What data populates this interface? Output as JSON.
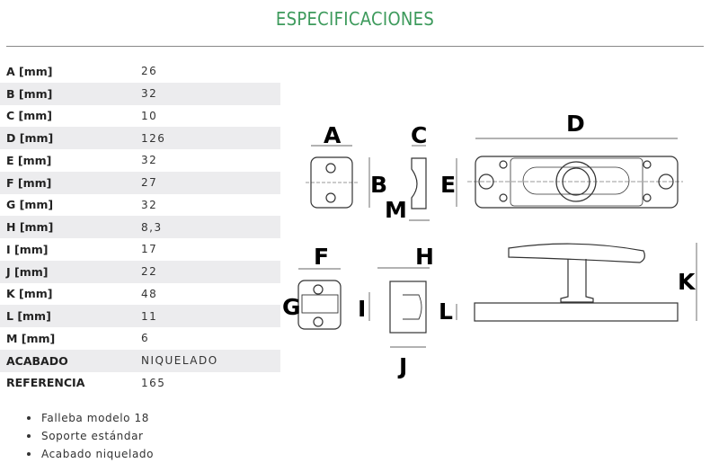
{
  "title": "ESPECIFICACIONES",
  "specs": [
    {
      "label": "A [mm]",
      "value": "26"
    },
    {
      "label": "B [mm]",
      "value": "32"
    },
    {
      "label": "C [mm]",
      "value": "10"
    },
    {
      "label": "D [mm]",
      "value": "126"
    },
    {
      "label": "E [mm]",
      "value": "32"
    },
    {
      "label": "F [mm]",
      "value": "27"
    },
    {
      "label": "G [mm]",
      "value": "32"
    },
    {
      "label": "H [mm]",
      "value": "8,3"
    },
    {
      "label": "I [mm]",
      "value": "17"
    },
    {
      "label": "J [mm]",
      "value": "22"
    },
    {
      "label": "K [mm]",
      "value": "48"
    },
    {
      "label": "L [mm]",
      "value": "11"
    },
    {
      "label": "M [mm]",
      "value": "6"
    },
    {
      "label": "ACABADO",
      "value": "NIQUELADO"
    },
    {
      "label": "REFERENCIA",
      "value": "165"
    }
  ],
  "features": [
    "Falleba modelo 18",
    "Soporte estándar",
    "Acabado niquelado"
  ],
  "diagram_labels": {
    "A": "A",
    "B": "B",
    "C": "C",
    "D": "D",
    "E": "E",
    "F": "F",
    "G": "G",
    "H": "H",
    "I": "I",
    "J": "J",
    "K": "K",
    "L": "L",
    "M": "M"
  }
}
